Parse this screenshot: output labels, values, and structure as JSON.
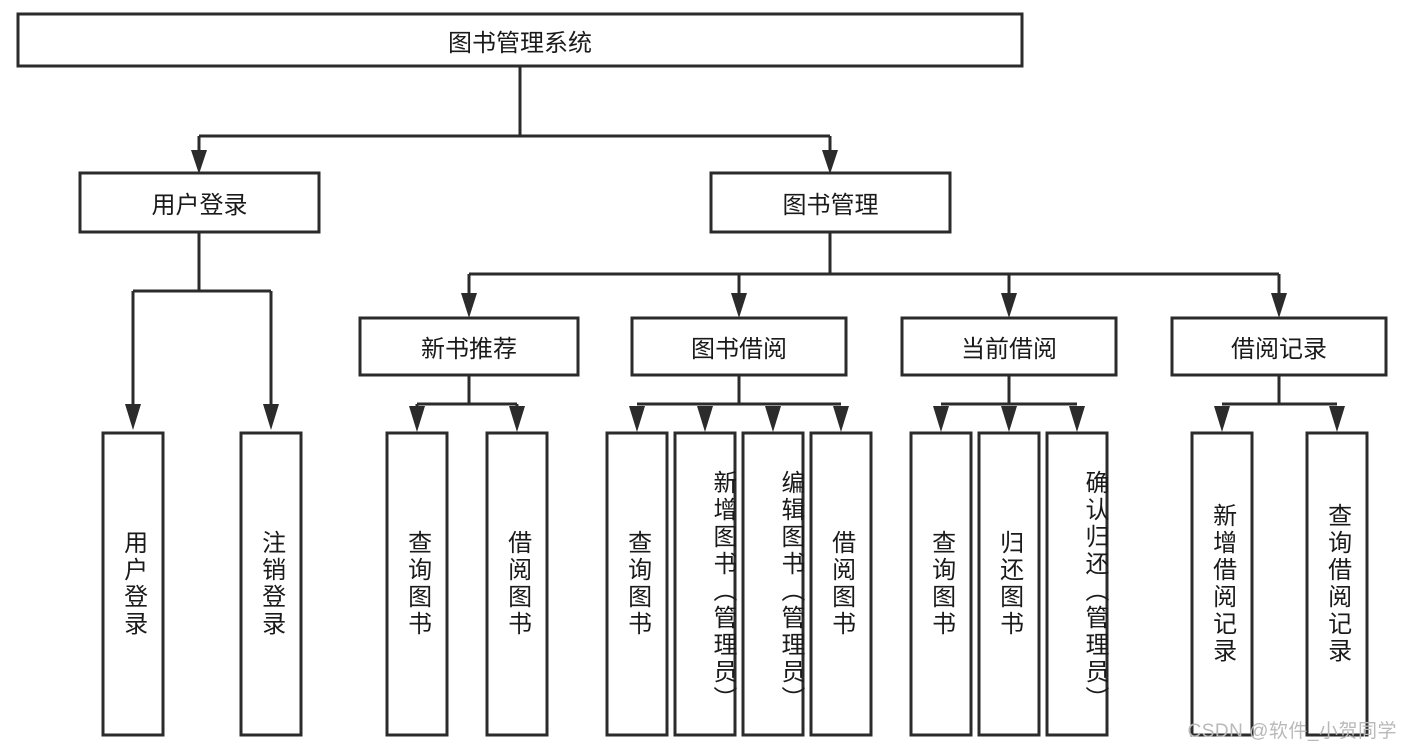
{
  "diagram": {
    "title": "图书管理系统",
    "type": "tree-hierarchy-diagram",
    "watermark": "CSDN @软件_小贺同学",
    "colors": {
      "background": "#ffffff",
      "box_fill": "#ffffff",
      "line": "#2b2b2b",
      "text": "#1a1a1a",
      "watermark": "#b9b9b9"
    },
    "root": {
      "label": "图书管理系统"
    },
    "level2": [
      {
        "label": "用户登录"
      },
      {
        "label": "图书管理"
      }
    ],
    "level3": [
      {
        "label": "新书推荐"
      },
      {
        "label": "图书借阅"
      },
      {
        "label": "当前借阅"
      },
      {
        "label": "借阅记录"
      }
    ],
    "leaves": {
      "user_login": [
        {
          "label": "用户登录"
        },
        {
          "label": "注销登录"
        }
      ],
      "new_book_recommend": [
        {
          "label": "查询图书"
        },
        {
          "label": "借阅图书"
        }
      ],
      "book_borrow": [
        {
          "label": "查询图书"
        },
        {
          "label": "新增图书（管理员）"
        },
        {
          "label": "编辑图书（管理员）"
        },
        {
          "label": "借阅图书"
        }
      ],
      "current_borrow": [
        {
          "label": "查询图书"
        },
        {
          "label": "归还图书"
        },
        {
          "label": "确认归还（管理员）"
        }
      ],
      "borrow_record": [
        {
          "label": "新增借阅记录"
        },
        {
          "label": "查询借阅记录"
        }
      ]
    }
  }
}
